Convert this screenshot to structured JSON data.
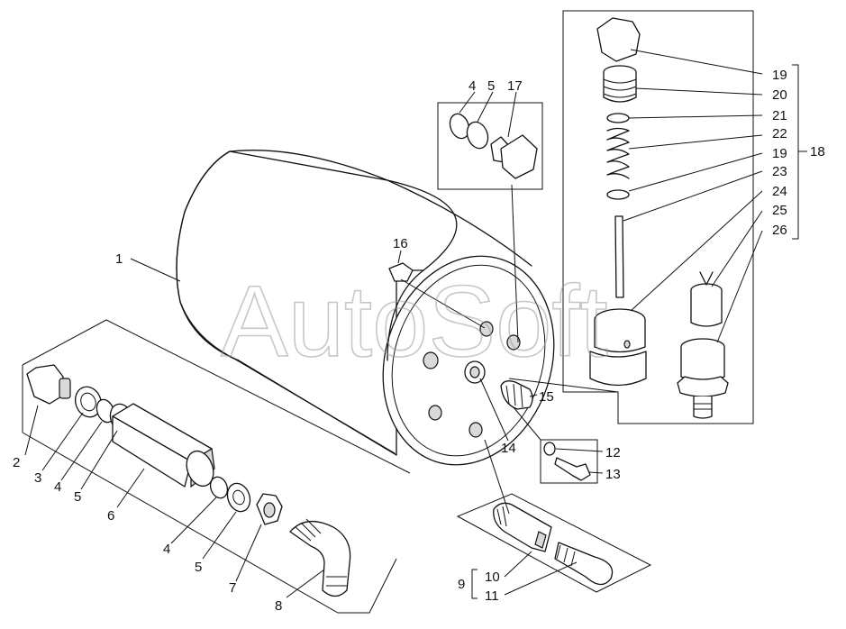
{
  "watermark": "AutoSoft",
  "callouts": {
    "c1": "1",
    "c2": "2",
    "c3": "3",
    "c4a": "4",
    "c5a": "5",
    "c6": "6",
    "c4b": "4",
    "c5b": "5",
    "c7": "7",
    "c8": "8",
    "c9": "9",
    "c10": "10",
    "c11": "11",
    "c12": "12",
    "c13": "13",
    "c14": "14",
    "c15": "15",
    "c16": "16",
    "c4c": "4",
    "c5c": "5",
    "c17": "17",
    "c18": "18",
    "c19a": "19",
    "c20": "20",
    "c21": "21",
    "c22": "22",
    "c19b": "19",
    "c23": "23",
    "c24": "24",
    "c25": "25",
    "c26": "26"
  }
}
